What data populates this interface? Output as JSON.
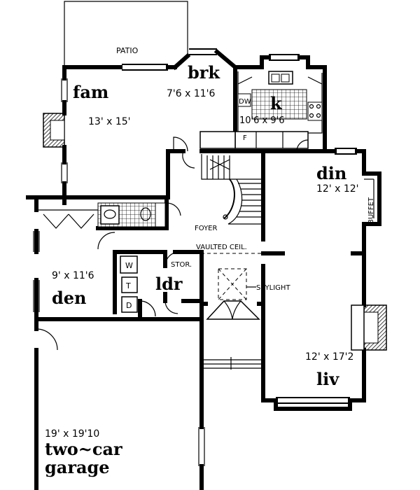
{
  "labels": {
    "patio": "PATIO",
    "foyer": "FOYER",
    "vaulted": "VAULTED CEIL.",
    "skylight": "SKYLIGHT",
    "stor": "STOR.",
    "buffet": "BUFFET",
    "dw": "DW",
    "f": "F",
    "w": "W",
    "t": "T",
    "d": "D"
  },
  "rooms": {
    "fam": {
      "name": "fam",
      "dim": "13' x 15'"
    },
    "brk": {
      "name": "brk",
      "dim": "7'6 x 11'6"
    },
    "k": {
      "name": "k",
      "dim": "10'6 x 9'6"
    },
    "din": {
      "name": "din",
      "dim": "12' x 12'"
    },
    "den": {
      "name": "den",
      "dim": "9' x 11'6"
    },
    "ldr": {
      "name": "ldr"
    },
    "liv": {
      "name": "liv",
      "dim": "12' x 17'2"
    },
    "garage": {
      "name_line1": "two~car",
      "name_line2": "garage",
      "dim": "19' x 19'10"
    }
  }
}
